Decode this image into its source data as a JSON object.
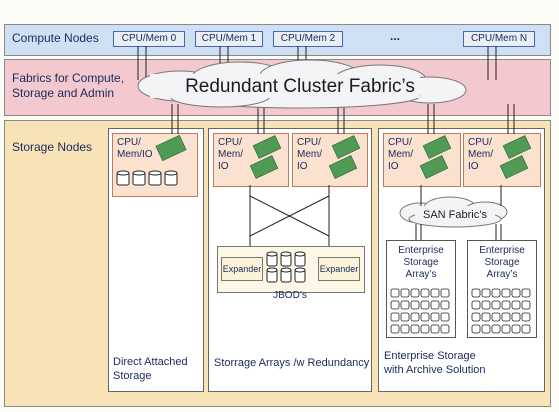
{
  "bands": {
    "compute": {
      "label": "Compute Nodes",
      "color": "#cfe0f5"
    },
    "fabric": {
      "label": "Fabrics for Compute,\nStorage and Admin",
      "color": "#f3c9cf"
    },
    "storage": {
      "label": "Storage Nodes",
      "color": "#f8e3b6"
    }
  },
  "compute_nodes": [
    "CPU/Mem 0",
    "CPU/Mem 1",
    "CPU/Mem 2",
    "...",
    "CPU/Mem N"
  ],
  "cluster_fabric_label": "Redundant Cluster Fabric’s",
  "storage_sections": {
    "direct": {
      "node_label": "CPU/\nMem/IO",
      "caption": "Direct Attached\nStorage"
    },
    "arrays": {
      "node_labels": [
        "CPU/\nMem/\nIO",
        "CPU/\nMem/\nIO"
      ],
      "expander_label": "Expander",
      "jbod_label": "JBOD’s",
      "caption": "Storrage Arrays /w Redundancy"
    },
    "enterprise": {
      "node_labels": [
        "CPU/\nMem/\nIO",
        "CPU/\nMem/\nIO"
      ],
      "san_label": "SAN Fabric’s",
      "array_labels": [
        "Enterprise\nStorage\nArray’s",
        "Enterprise\nStorage\nArray’s"
      ],
      "caption": "Enterprise Storage\nwith Archive Solution"
    }
  },
  "icons": {
    "card": "interface-card-icon",
    "disk": "disk-drive-icon",
    "cloud": "cloud-shape"
  },
  "colors": {
    "node_fill": "#fbe2d0",
    "card_green": "#4f9a54",
    "line": "#222222"
  }
}
